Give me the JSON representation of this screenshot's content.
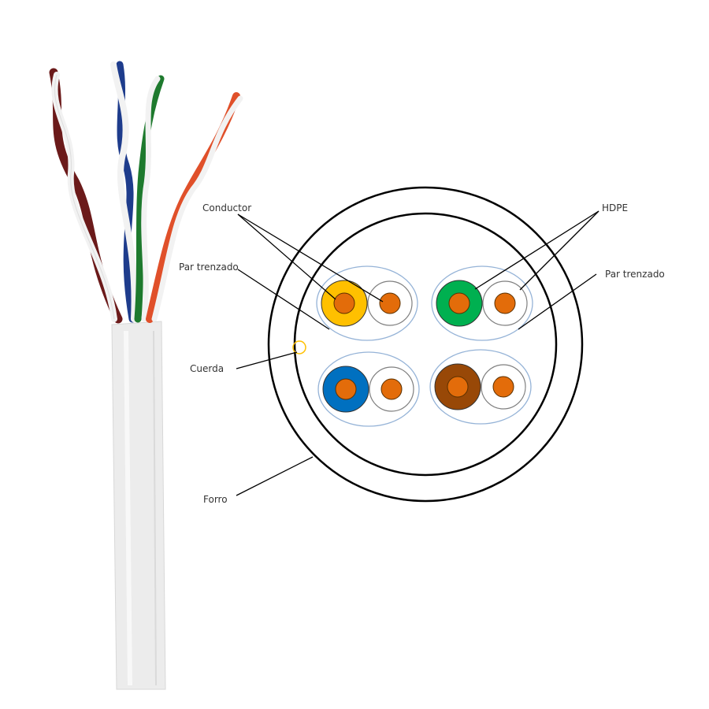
{
  "diagram": {
    "title": "UTP cable cross-section",
    "labels": {
      "conductor": "Conductor",
      "twisted_pair_left": "Par trenzado",
      "rip_cord": "Cuerda",
      "jacket": "Forro",
      "hdpe": "HDPE",
      "twisted_pair_right": "Par trenzado"
    },
    "pairs": [
      {
        "name": "orange-pair",
        "insulation_color": "#FFC000",
        "conductor_color": "#E36C0A",
        "position": "top-left"
      },
      {
        "name": "green-pair",
        "insulation_color": "#00B050",
        "conductor_color": "#E36C0A",
        "position": "top-right"
      },
      {
        "name": "blue-pair",
        "insulation_color": "#0070C0",
        "conductor_color": "#E36C0A",
        "position": "bottom-left"
      },
      {
        "name": "brown-pair",
        "insulation_color": "#984807",
        "conductor_color": "#E36C0A",
        "position": "bottom-right"
      }
    ],
    "colors": {
      "pair_outline": "#95B3D7",
      "white_insulation_outline": "#7F7F7F",
      "jacket_line": "#000000",
      "rip_cord": "#FFC000"
    },
    "photo": {
      "description": "Photo of cable with four twisted pairs (brown, blue, green, orange) exiting white jacket",
      "wire_colors": [
        "#6B1A1A",
        "#1E3C8C",
        "#1E7A2E",
        "#E0502A"
      ],
      "jacket_color": "#ECECEC"
    }
  }
}
